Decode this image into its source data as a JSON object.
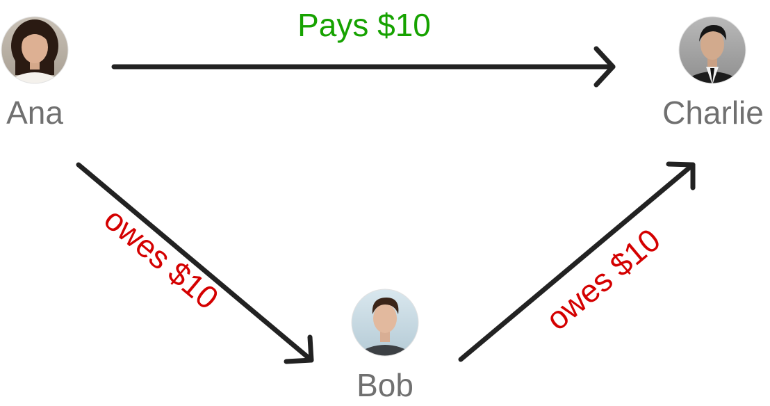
{
  "people": {
    "ana": {
      "name": "Ana"
    },
    "bob": {
      "name": "Bob"
    },
    "charlie": {
      "name": "Charlie"
    }
  },
  "edges": {
    "ana_to_charlie": {
      "label": "Pays $10"
    },
    "ana_to_bob": {
      "label": "owes $10"
    },
    "bob_to_charlie": {
      "label": "owes $10"
    }
  },
  "colors": {
    "arrow": "#222222",
    "name": "#707070",
    "pays": "#16a200",
    "owes": "#d40000"
  }
}
